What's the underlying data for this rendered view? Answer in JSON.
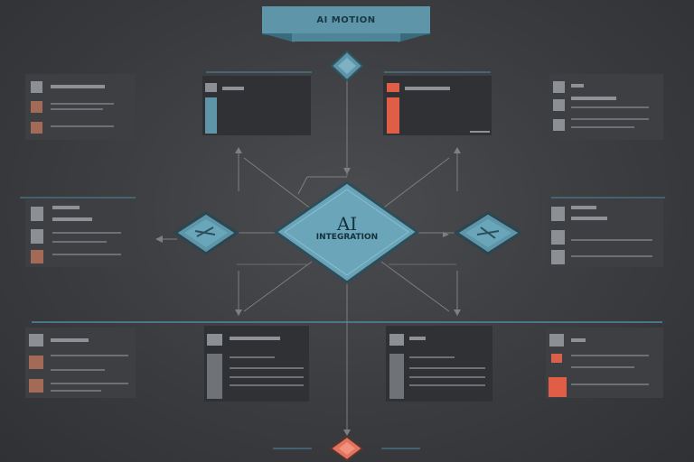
{
  "diagram": {
    "banner": "AI MOTION",
    "hub": {
      "title": "AI",
      "subtitle": "INTEGRATION"
    },
    "colors": {
      "accent_blue": "#5f95a8",
      "accent_orange": "#e15e46",
      "panel": "#3d3f42",
      "panel_dark": "#2f3134",
      "connector": "#7c7f83"
    }
  }
}
